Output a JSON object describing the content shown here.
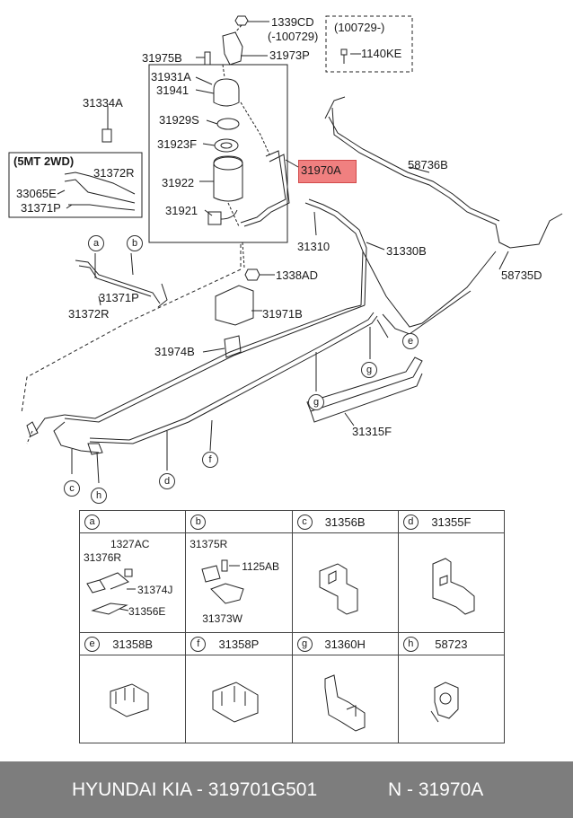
{
  "labels": {
    "p1339CD": "1339CD",
    "p100729a": "(-100729)",
    "p100729b": "(100729-)",
    "p1140KE": "1140KE",
    "p31975B": "31975B",
    "p31973P": "31973P",
    "p31931A": "31931A",
    "p31941": "31941",
    "p31334A": "31334A",
    "p31929S": "31929S",
    "p31923F": "31923F",
    "p31970A": "31970A",
    "p31922": "31922",
    "p31921": "31921",
    "p58736B": "58736B",
    "p58735D": "58735D",
    "p31310": "31310",
    "p31330B": "31330B",
    "p1338AD": "1338AD",
    "p31971B": "31971B",
    "p31974B": "31974B",
    "p31315F": "31315F",
    "variant": "(5MT 2WD)",
    "p31372R_a": "31372R",
    "p33065E": "33065E",
    "p31371P_a": "31371P",
    "p31371P_b": "31371P",
    "p31372R_b": "31372R"
  },
  "callouts": [
    "a",
    "b",
    "c",
    "d",
    "e",
    "f",
    "g",
    "h"
  ],
  "table": {
    "row1": [
      {
        "circle": "a",
        "part": ""
      },
      {
        "circle": "b",
        "part": ""
      },
      {
        "circle": "c",
        "part": "31356B"
      },
      {
        "circle": "d",
        "part": "31355F"
      }
    ],
    "row2": [
      {
        "circle": "e",
        "part": "31358B"
      },
      {
        "circle": "f",
        "part": "31358P"
      },
      {
        "circle": "g",
        "part": "31360H"
      },
      {
        "circle": "h",
        "part": "58723"
      }
    ],
    "cell_a": {
      "l1": "1327AC",
      "l2": "31376R",
      "l3": "31374J",
      "l4": "31356E"
    },
    "cell_b": {
      "l1": "31375R",
      "l2": "1125AB",
      "l3": "31373W"
    }
  },
  "footer": {
    "brand": "HYUNDAI  KIA - 319701G501",
    "code": "N - 31970A"
  },
  "colors": {
    "highlight": "#f08080",
    "footer": "#7d7d7d"
  }
}
